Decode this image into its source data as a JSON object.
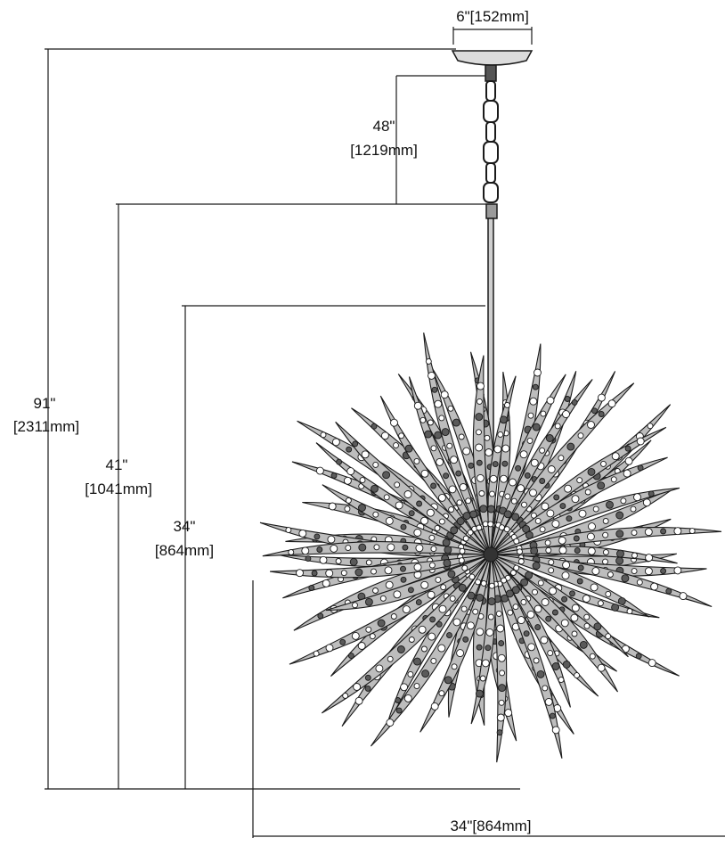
{
  "dimensions": {
    "canopy_width": "6\"[152mm]",
    "chain_length": {
      "imperial": "48\"",
      "metric": "[1219mm]"
    },
    "overall_height": {
      "imperial": "91\"",
      "metric": "[2311mm]"
    },
    "height_to_top": {
      "imperial": "41\"",
      "metric": "[1041mm]"
    },
    "fixture_height": {
      "imperial": "34\"",
      "metric": "[864mm]"
    },
    "fixture_width": "34\"[864mm]"
  },
  "colors": {
    "line": "#1a1a1a",
    "leaf_fill": "#bdbdbd",
    "leaf_dark": "#5a5a5a",
    "background": "#ffffff"
  }
}
